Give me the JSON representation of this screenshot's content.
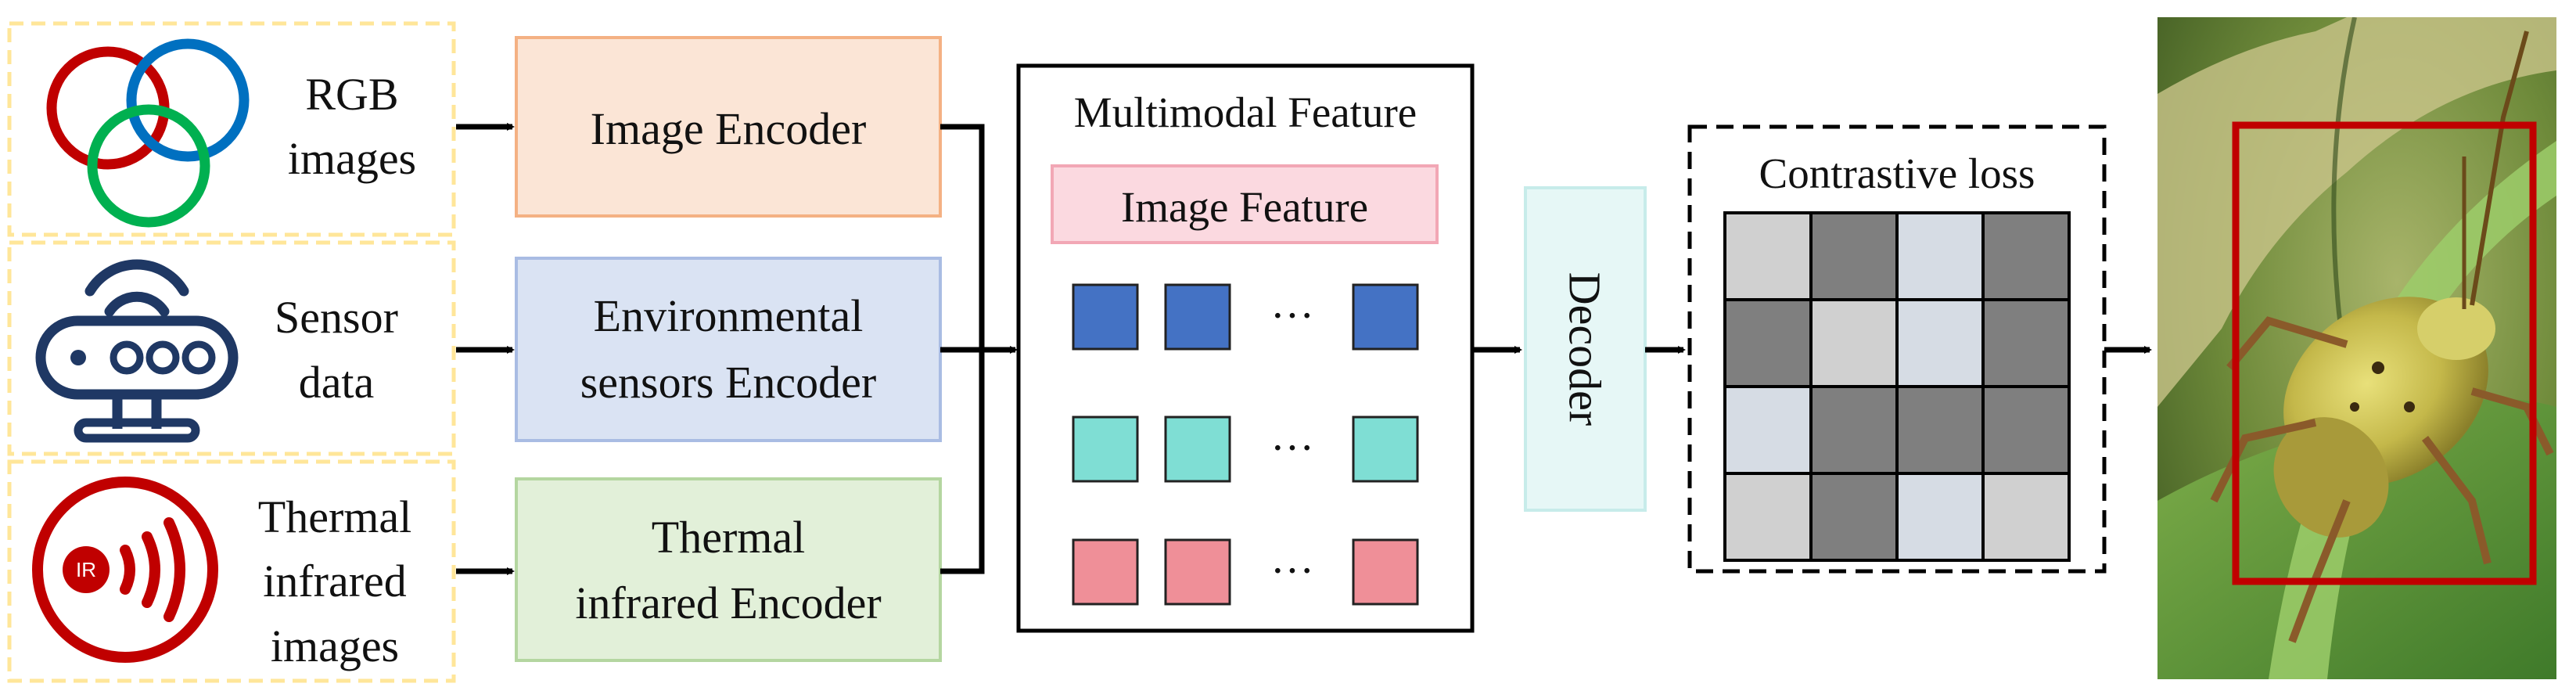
{
  "inputs": {
    "rgb": {
      "label_line1": "RGB",
      "label_line2": "images",
      "icon": "rgb-circles-icon"
    },
    "sensor": {
      "label_line1": "Sensor",
      "label_line2": "data",
      "icon": "wireless-sensor-icon"
    },
    "thermal": {
      "label_line1": "Thermal",
      "label_line2": "infrared",
      "label_line3": "images",
      "icon": "infrared-icon",
      "icon_text": "IR"
    }
  },
  "encoders": {
    "image": {
      "label": "Image Encoder",
      "fill": "#fbe5d6",
      "stroke": "#f4b183"
    },
    "environmental": {
      "label_line1": "Environmental",
      "label_line2": "sensors Encoder",
      "fill": "#dae3f3",
      "stroke": "#a9bce3"
    },
    "thermal": {
      "label_line1": "Thermal",
      "label_line2": "infrared Encoder",
      "fill": "#e2f0d9",
      "stroke": "#b4d6a0"
    }
  },
  "multimodal": {
    "title": "Multimodal Feature",
    "image_feature_label": "Image Feature",
    "ellipsis": "···",
    "row_colors": [
      "#4472c4",
      "#7fded4",
      "#ef8f98"
    ]
  },
  "decoder": {
    "label": "Decoder",
    "fill": "#e6f7f6",
    "stroke": "#c7ecea"
  },
  "contrastive": {
    "title": "Contrastive loss",
    "grid_colors": [
      [
        "#d0d0d0",
        "#7f7f7f",
        "#d6dce4",
        "#7f7f7f"
      ],
      [
        "#7f7f7f",
        "#d0d0d0",
        "#d6dce4",
        "#7f7f7f"
      ],
      [
        "#d6dce4",
        "#7f7f7f",
        "#7f7f7f",
        "#7f7f7f"
      ],
      [
        "#d0d0d0",
        "#7f7f7f",
        "#d6dce4",
        "#d0d0d0"
      ]
    ]
  },
  "output": {
    "image": "insect-on-leaf-photo",
    "box_color": "#c00000"
  },
  "colors": {
    "input_border": "#ffe699",
    "red": "#c00000",
    "blue": "#0070c0",
    "green": "#00b050",
    "navy": "#1f3864"
  }
}
